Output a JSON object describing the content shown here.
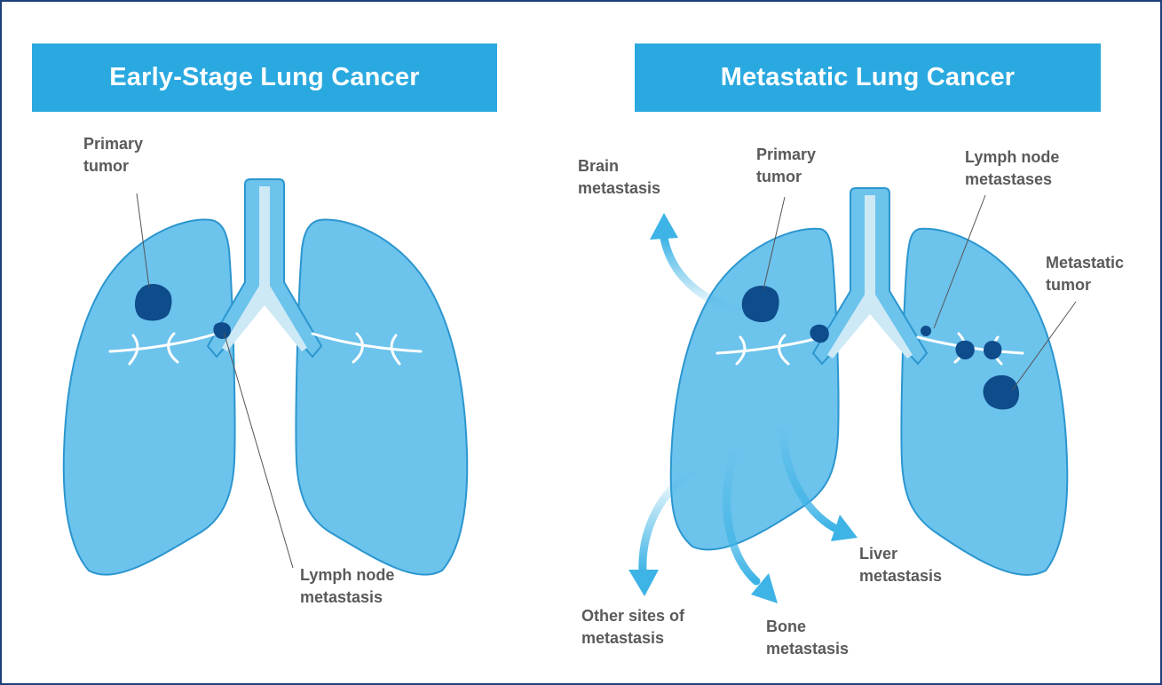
{
  "panels": {
    "early": {
      "title": "Early-Stage Lung Cancer",
      "labels": {
        "primary_tumor": "Primary\ntumor",
        "lymph_node_metastasis": "Lymph node\nmetastasis"
      }
    },
    "metastatic": {
      "title": "Metastatic Lung Cancer",
      "labels": {
        "brain_metastasis": "Brain\nmetastasis",
        "primary_tumor": "Primary\ntumor",
        "lymph_node_metastases": "Lymph node\nmetastases",
        "metastatic_tumor": "Metastatic\ntumor",
        "liver_metastasis": "Liver\nmetastasis",
        "bone_metastasis": "Bone\nmetastasis",
        "other_sites": "Other sites of\nmetastasis"
      }
    }
  },
  "colors": {
    "banner": "#2aa9e0",
    "lung_fill": "#6cc3ec",
    "lung_stroke": "#2b96cf",
    "tumor": "#0e4c8c",
    "trachea_light": "#cde9f6",
    "arrow": "#3db3e6",
    "frame_border": "#1f3f7a",
    "label_text": "#5a5a5a"
  }
}
